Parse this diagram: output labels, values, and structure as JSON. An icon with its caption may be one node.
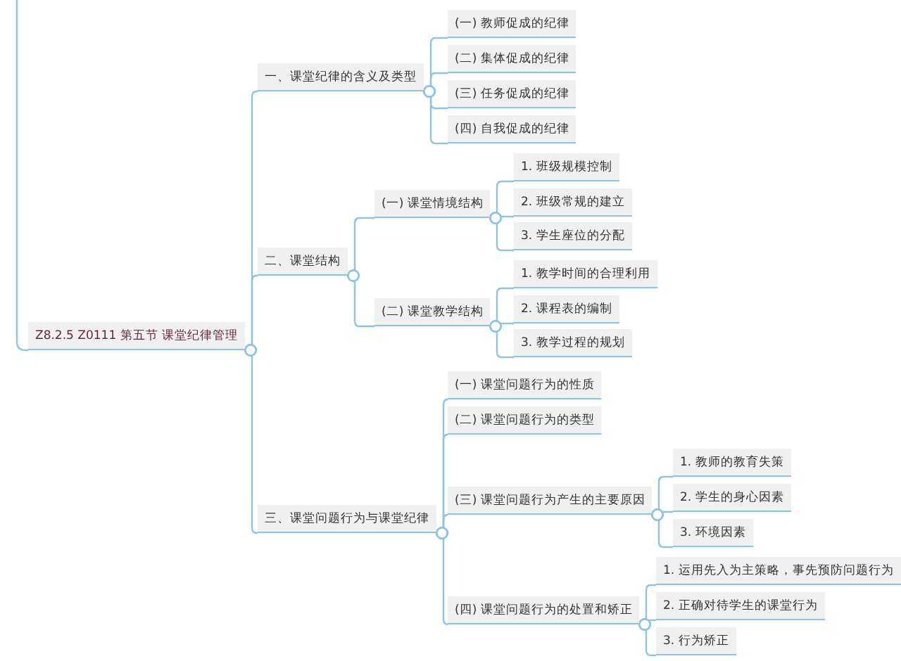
{
  "diagram": {
    "nodes": [
      {
        "text": [
          "Z8.2.5 Z0111 第五节 课堂纪律管理"
        ]
      },
      {
        "text": [
          "一、课堂纪律的含义及类型"
        ]
      },
      {
        "text": [
          "(一) 教师促成的纪律"
        ]
      },
      {
        "text": [
          "(二) 集体促成的纪律"
        ]
      },
      {
        "text": [
          "(三) 任务促成的纪律"
        ]
      },
      {
        "text": [
          "(四) 自我促成的纪律"
        ]
      },
      {
        "text": [
          "二、课堂结构"
        ]
      },
      {
        "text": [
          "(一) 课堂情境结构"
        ]
      },
      {
        "text": [
          "1. 班级规模控制"
        ]
      },
      {
        "text": [
          "2. 班级常规的建立"
        ]
      },
      {
        "text": [
          "3. 学生座位的分配"
        ]
      },
      {
        "text": [
          "(二) 课堂教学结构"
        ]
      },
      {
        "text": [
          "1. 教学时间的合理利用"
        ]
      },
      {
        "text": [
          "2. 课程表的编制"
        ]
      },
      {
        "text": [
          "3. 教学过程的规划"
        ]
      },
      {
        "text": [
          "三、课堂问题行为与课堂纪律"
        ]
      },
      {
        "text": [
          "(一) 课堂问题行为的性质"
        ]
      },
      {
        "text": [
          "(二) 课堂问题行为的类型"
        ]
      },
      {
        "text": [
          "(三) 课堂问题行为产生的主要原因"
        ]
      },
      {
        "text": [
          "1. 教师的教育失策"
        ]
      },
      {
        "text": [
          "2. 学生的身心因素"
        ]
      },
      {
        "text": [
          "3. 环境因素"
        ]
      },
      {
        "text": [
          "(四) 课堂问题行为的处置和矫正"
        ]
      },
      {
        "text": [
          "1. 运用先入为主策略，事先预防问题行为"
        ]
      },
      {
        "text": [
          "2. 正确对待学生的课堂行为"
        ]
      },
      {
        "text": [
          "3. 行为矫正"
        ]
      }
    ],
    "edges": [
      {
        "from": null,
        "to": 0,
        "arrow": "none"
      },
      {
        "from": 0,
        "to": 1,
        "arrow": "other"
      },
      {
        "from": 1,
        "to": 2,
        "arrow": "other"
      },
      {
        "from": 1,
        "to": 3,
        "arrow": "other"
      },
      {
        "from": 1,
        "to": 4,
        "arrow": "other"
      },
      {
        "from": 1,
        "to": 5,
        "arrow": "other"
      },
      {
        "from": 0,
        "to": 6,
        "arrow": "other"
      },
      {
        "from": 6,
        "to": 7,
        "arrow": "other"
      },
      {
        "from": 7,
        "to": 8,
        "arrow": "other"
      },
      {
        "from": 7,
        "to": 9,
        "arrow": "other"
      },
      {
        "from": 7,
        "to": 10,
        "arrow": "other"
      },
      {
        "from": 6,
        "to": 11,
        "arrow": "other"
      },
      {
        "from": 11,
        "to": 12,
        "arrow": "other"
      },
      {
        "from": 11,
        "to": 13,
        "arrow": "other"
      },
      {
        "from": 11,
        "to": 14,
        "arrow": "other"
      },
      {
        "from": 0,
        "to": 15,
        "arrow": "other"
      },
      {
        "from": 15,
        "to": 16,
        "arrow": "other"
      },
      {
        "from": 15,
        "to": 17,
        "arrow": "other"
      },
      {
        "from": 15,
        "to": 18,
        "arrow": "other"
      },
      {
        "from": 18,
        "to": 19,
        "arrow": "other"
      },
      {
        "from": 18,
        "to": 20,
        "arrow": "other"
      },
      {
        "from": 18,
        "to": 21,
        "arrow": "other"
      },
      {
        "from": 15,
        "to": 22,
        "arrow": "other"
      },
      {
        "from": 22,
        "to": 23,
        "arrow": "other"
      },
      {
        "from": 22,
        "to": 24,
        "arrow": "other"
      },
      {
        "from": 22,
        "to": 25,
        "arrow": "other"
      }
    ]
  }
}
